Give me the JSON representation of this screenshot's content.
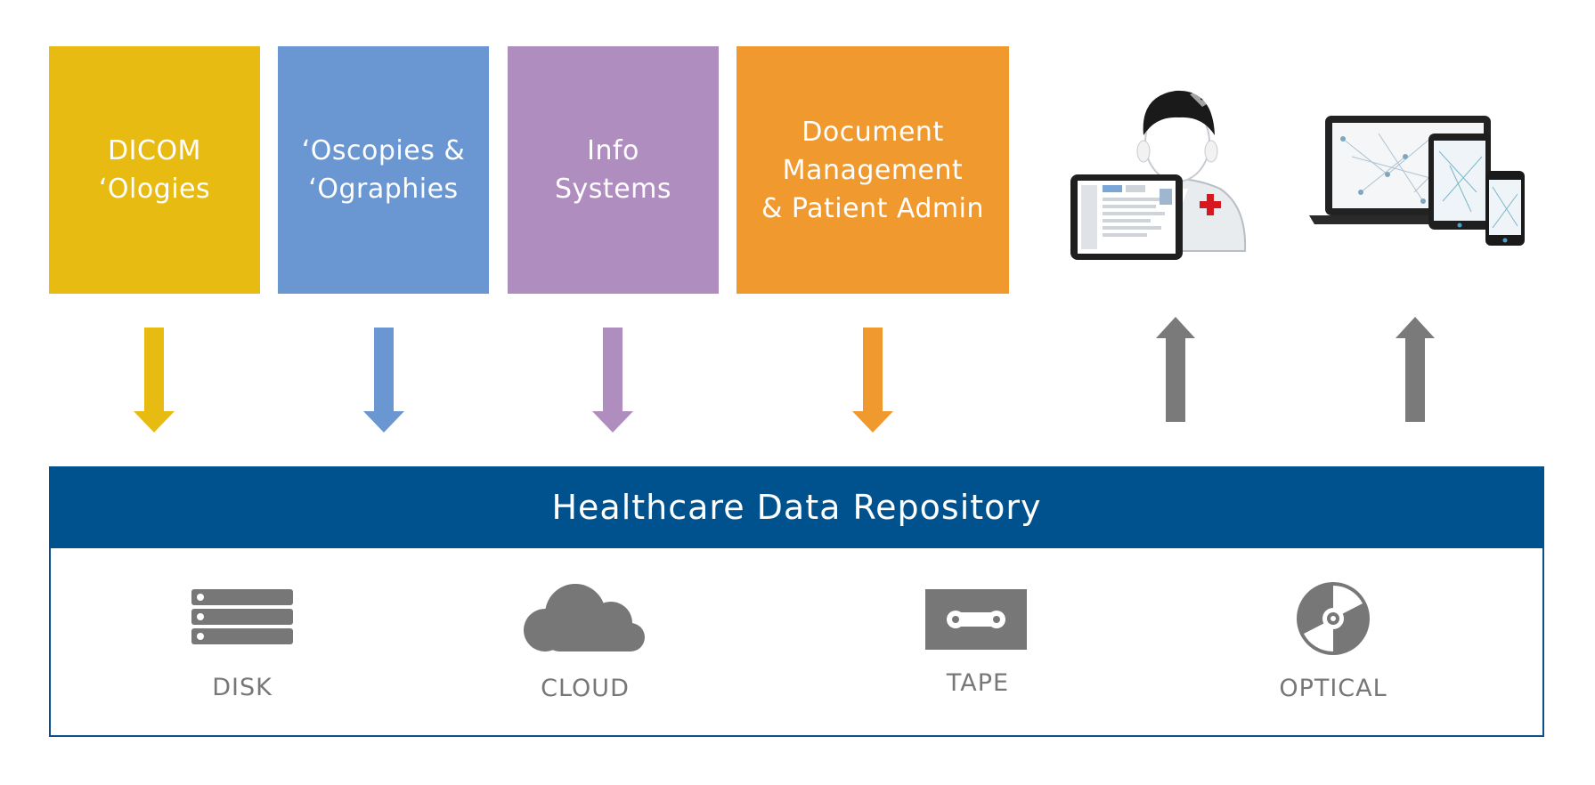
{
  "sources": [
    {
      "label": "DICOM\n‘Ologies",
      "color": "#e8bb13"
    },
    {
      "label": "‘Oscopies &\n‘Ographies",
      "color": "#6a97d2"
    },
    {
      "label": "Info\nSystems",
      "color": "#b08dbf"
    },
    {
      "label": "Document\nManagement\n& Patient Admin",
      "color": "#f0992f"
    }
  ],
  "consumers": [
    {
      "icon": "doctor-with-tablet-icon"
    },
    {
      "icon": "multi-device-icon"
    }
  ],
  "repository": {
    "title": "Healthcare Data Repository",
    "header_color": "#00528f",
    "storage": [
      {
        "label": "DISK",
        "icon": "disk-server-icon"
      },
      {
        "label": "CLOUD",
        "icon": "cloud-icon"
      },
      {
        "label": "TAPE",
        "icon": "tape-cassette-icon"
      },
      {
        "label": "OPTICAL",
        "icon": "optical-disc-icon"
      }
    ]
  },
  "colors": {
    "arrow_up": "#7a7a7a",
    "icon_gray": "#777777"
  }
}
